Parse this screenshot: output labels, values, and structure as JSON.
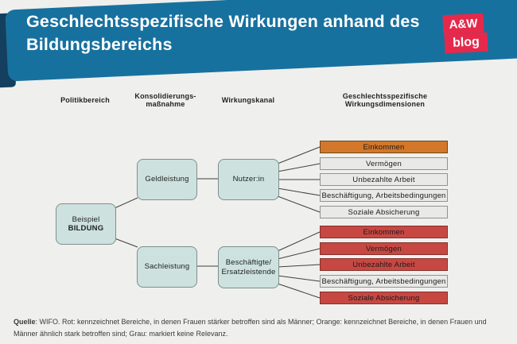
{
  "header": {
    "title": "Geschlechtsspezifische Wirkungen anhand des Bildungsbereichs",
    "logo_top": "A&W",
    "logo_bottom": "blog"
  },
  "column_headers": [
    "Politikbereich",
    "Konsolidierungs-\nmaßnahme",
    "Wirkungskanal",
    "Geschlechtsspezifische\nWirkungsdimensionen"
  ],
  "diagram": {
    "policy_area": {
      "line1": "Beispiel",
      "line2": "BILDUNG"
    },
    "measures": [
      {
        "label": "Geldleistung"
      },
      {
        "label": "Sachleistung"
      }
    ],
    "channels": [
      {
        "label": "Nutzer:in"
      },
      {
        "label": "Beschäftigte/\nErsatzleistende"
      }
    ],
    "dimension_groups": [
      {
        "items": [
          {
            "label": "Einkommen",
            "status": "orange"
          },
          {
            "label": "Vermögen",
            "status": "grey"
          },
          {
            "label": "Unbezahlte Arbeit",
            "status": "grey"
          },
          {
            "label": "Beschäftigung, Arbeitsbedingungen",
            "status": "grey"
          },
          {
            "label": "Soziale Absicherung",
            "status": "grey"
          }
        ]
      },
      {
        "items": [
          {
            "label": "Einkommen",
            "status": "red"
          },
          {
            "label": "Vermögen",
            "status": "red"
          },
          {
            "label": "Unbezahlte Arbeit",
            "status": "red"
          },
          {
            "label": "Beschäftigung, Arbeitsbedingungen",
            "status": "grey"
          },
          {
            "label": "Soziale Absicherung",
            "status": "red"
          }
        ]
      }
    ]
  },
  "colors": {
    "banner_blue": "#17719f",
    "banner_fold": "#143f5e",
    "logo_red": "#e6294b",
    "node_teal": "#cde2de",
    "dim_orange": "#d3772a",
    "dim_red": "#c74742",
    "dim_grey": "#e9e9e7",
    "background": "#efefed"
  },
  "footer": {
    "source_label": "Quelle",
    "source_text": ": WIFO. Rot: kennzeichnet Bereiche, in denen Frauen stärker betroffen sind als Männer; Orange: kennzeichnet Bereiche, in denen Frauen und Männer ähnlich stark betroffen sind; Grau: markiert keine Relevanz."
  }
}
